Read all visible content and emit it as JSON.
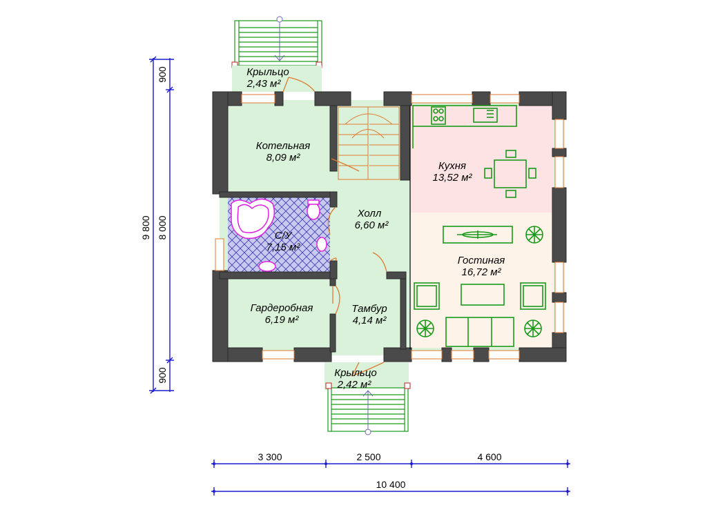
{
  "rooms": [
    {
      "id": "porch_top",
      "name": "Крыльцо",
      "area": "2,43 м²"
    },
    {
      "id": "boiler",
      "name": "Котельная",
      "area": "8,09 м²"
    },
    {
      "id": "bath",
      "name": "С/У",
      "area": "7,15 м²"
    },
    {
      "id": "hall",
      "name": "Холл",
      "area": "6,60 м²"
    },
    {
      "id": "kitchen",
      "name": "Кухня",
      "area": "13,52 м²"
    },
    {
      "id": "living",
      "name": "Гостиная",
      "area": "16,72 м²"
    },
    {
      "id": "wardrobe",
      "name": "Гардеробная",
      "area": "6,19 м²"
    },
    {
      "id": "vestibule",
      "name": "Тамбур",
      "area": "4,14 м²"
    },
    {
      "id": "porch_bottom",
      "name": "Крыльцо",
      "area": "2,42 м²"
    }
  ],
  "dimensions": {
    "left_outer": "9 800",
    "left_inner": "8 000",
    "left_top": "900",
    "left_bottom": "900",
    "bottom_segments": [
      "3 300",
      "2 500",
      "4 600"
    ],
    "bottom_total": "10 400"
  },
  "colors": {
    "room_fill": "#d9f2d9",
    "kitchen_fill": "#fde3e3",
    "living_fill": "#fdf3e8",
    "bath_fill": "#c9c9ef",
    "wall": "#4a4a4a",
    "dimension": "#1a1acd",
    "furniture": "#1a9a1a",
    "bath_fixtures": "#e020e0"
  }
}
